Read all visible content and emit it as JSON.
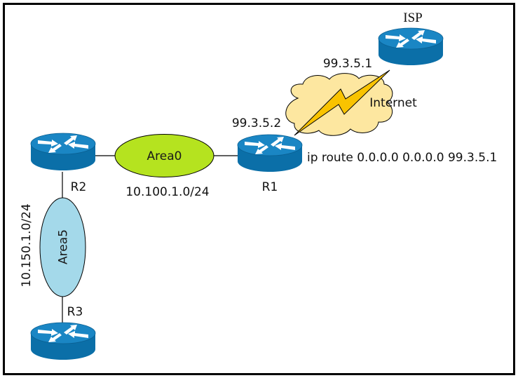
{
  "diagram": {
    "title": "OSPF network topology with default route to ISP",
    "colors": {
      "router_body": "#0b6fa8",
      "router_top": "#1a86c4",
      "router_arrow": "#ffffff",
      "area0_fill": "#b5e31f",
      "area5_fill": "#a4d9ea",
      "cloud_fill": "#fde7a0",
      "bolt_fill": "#f9c300",
      "link": "#000000",
      "border": "#000000"
    },
    "routers": [
      {
        "id": "ISP",
        "label": "ISP"
      },
      {
        "id": "R1",
        "label": "R1"
      },
      {
        "id": "R2",
        "label": "R2"
      },
      {
        "id": "R3",
        "label": "R3"
      }
    ],
    "areas": [
      {
        "id": "area0",
        "label": "Area0",
        "subnet": "10.100.1.0/24"
      },
      {
        "id": "area5",
        "label": "Area5",
        "subnet": "10.150.1.0/24"
      }
    ],
    "internet": {
      "label": "Internet",
      "isp_ip": "99.3.5.1",
      "r1_ip": "99.3.5.2"
    },
    "r1_config": "ip route 0.0.0.0 0.0.0.0 99.3.5.1"
  }
}
